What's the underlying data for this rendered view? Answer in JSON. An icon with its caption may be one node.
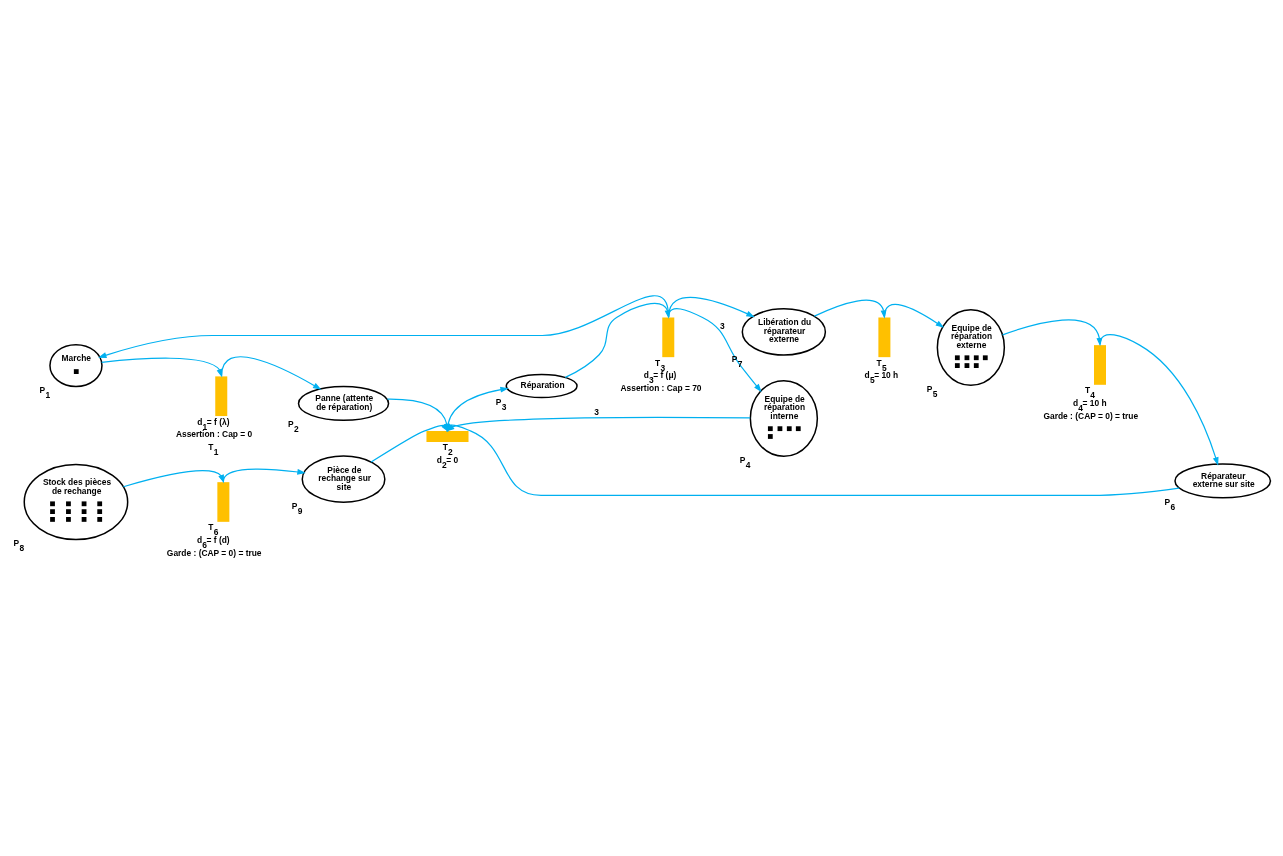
{
  "diagram": {
    "nodes": [
      {
        "text": [
          "Marche"
        ],
        "beside": [
          "P$_{1}$"
        ]
      },
      {
        "text": [],
        "shape": "bar",
        "beside": [
          "d$_{1}$= f (λ)",
          "Assertion : Cap = 0",
          "T$_{1}$"
        ]
      },
      {
        "text": [
          "Panne (attente de réparation)"
        ],
        "beside": [
          "P$_{2}$"
        ]
      },
      {
        "text": [
          "Pièce de rechange sur site"
        ],
        "beside": [
          "P$_{9}$"
        ]
      },
      {
        "text": [],
        "shape": "bar",
        "beside": [
          "T$_{6}$",
          "d$_{6}$= f (d)",
          "Garde : (CAP = 0) = true"
        ]
      },
      {
        "text": [
          "Stock des pièces de rechange"
        ],
        "beside": [
          "P$_{8}$"
        ]
      },
      {
        "text": [
          "Equipe de réparation interne"
        ],
        "beside": [
          "P$_{4}$"
        ]
      },
      {
        "text": [],
        "shape": "bar",
        "beside": [
          "T$_{2}$",
          "d$_{2}$= 0"
        ]
      },
      {
        "text": [
          "Réparateur externe sur site"
        ],
        "beside": [
          "P$_{6}$"
        ]
      },
      {
        "text": [],
        "shape": "bar",
        "beside": [
          "T$_{4}$",
          "d$_{4}$= 10 h",
          "Garde : (CAP = 0) = true"
        ]
      },
      {
        "text": [
          "Equipe de réparation externe"
        ],
        "beside": [
          "P$_{5}$"
        ]
      },
      {
        "text": [],
        "shape": "bar",
        "beside": [
          "T$_{3}$",
          "d$_{3}$= f (μ)",
          "Assertion : Cap = 70"
        ]
      },
      {
        "text": [
          "Réparation"
        ],
        "beside": [
          "P$_{3}$"
        ]
      },
      {
        "text": [
          "Libération du réparateur externe"
        ],
        "beside": [
          "P$_{7}$"
        ]
      },
      {
        "text": [],
        "shape": "bar",
        "beside": [
          "T$_{5}$",
          "d$_{5}$= 10 h"
        ]
      }
    ],
    "edges": [
      {
        "from": 0,
        "to": 1,
        "arrow": "to"
      },
      {
        "from": 1,
        "to": 2,
        "arrow": "to"
      },
      {
        "from": 2,
        "to": 7,
        "arrow": "to"
      },
      {
        "from": 3,
        "to": 7,
        "arrow": "to"
      },
      {
        "from": 6,
        "to": 7,
        "arrow": "to",
        "label": "3"
      },
      {
        "from": 8,
        "to": 7,
        "arrow": "to"
      },
      {
        "from": 7,
        "to": 12,
        "arrow": "to"
      },
      {
        "from": 12,
        "to": 11,
        "arrow": "to"
      },
      {
        "from": 11,
        "to": 6,
        "arrow": "to",
        "label": "3"
      },
      {
        "from": 11,
        "to": 0,
        "arrow": "to"
      },
      {
        "from": 11,
        "to": 13,
        "arrow": "to"
      },
      {
        "from": 13,
        "to": 14,
        "arrow": "to"
      },
      {
        "from": 14,
        "to": 10,
        "arrow": "to"
      },
      {
        "from": 10,
        "to": 9,
        "arrow": "to"
      },
      {
        "from": 9,
        "to": 8,
        "arrow": "to"
      },
      {
        "from": 5,
        "to": 4,
        "arrow": "to"
      },
      {
        "from": 4,
        "to": 3,
        "arrow": "to"
      }
    ]
  }
}
